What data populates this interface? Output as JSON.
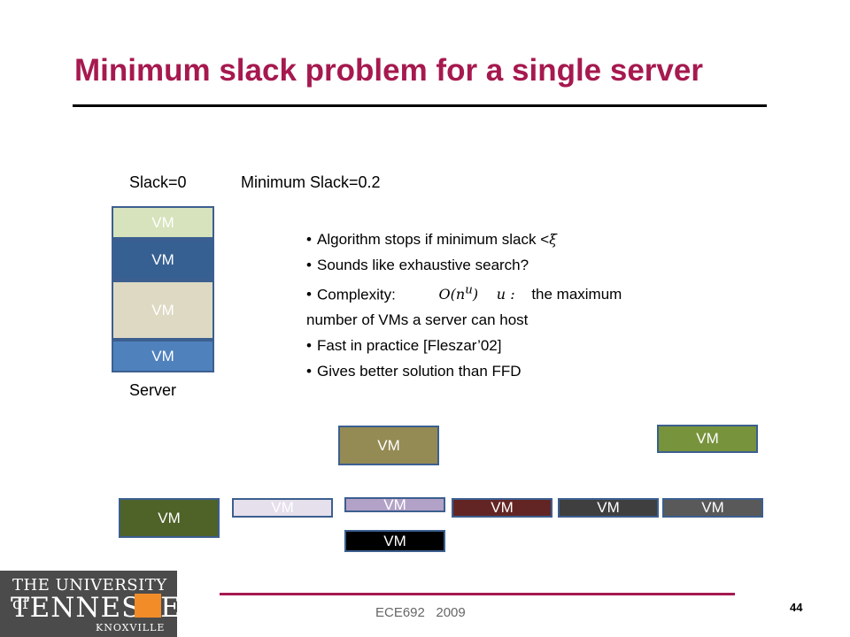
{
  "slide": {
    "title": "Minimum slack problem for a single server",
    "slack_label": "Slack=0",
    "min_slack_label": "Minimum Slack=0.2",
    "server_label": "Server",
    "vm_label": "VM",
    "bullets": {
      "b1_text": "Algorithm stops if minimum slack <",
      "b1_math": "ξ",
      "b2_text": "Sounds like exhaustive search?",
      "b3_text": "Complexity:",
      "b3_math": "O(n",
      "b3_math_sup": "u",
      "b3_math_close": ")",
      "b3_var": "u :",
      "b3_tail": "the maximum",
      "b3_cont": "number of VMs a server can host",
      "b4_text": "Fast in practice [Fleszar’02]",
      "b5_text": "Gives better solution than FFD"
    },
    "footer": {
      "course": "ECE692   2009",
      "page": "44"
    },
    "logo": {
      "line1": "THE UNIVERSITY of",
      "line2": "TENNESSEE",
      "line3": "KNOXVILLE"
    }
  },
  "colors": {
    "title": "#a6194f",
    "vm_light_green": "#d6e3bc",
    "vm_dark_blue": "#376092",
    "vm_beige": "#ddd9c3",
    "vm_blue": "#4f81bd",
    "vm_olive_brown": "#948a54",
    "vm_green": "#77933c",
    "vm_dark_olive": "#4f6228",
    "vm_lavender": "#e6e0ec",
    "vm_purple": "#b3a2c7",
    "vm_black": "#000000",
    "vm_maroon": "#632523",
    "vm_charcoal": "#3f3f3f",
    "vm_gray": "#595959"
  }
}
